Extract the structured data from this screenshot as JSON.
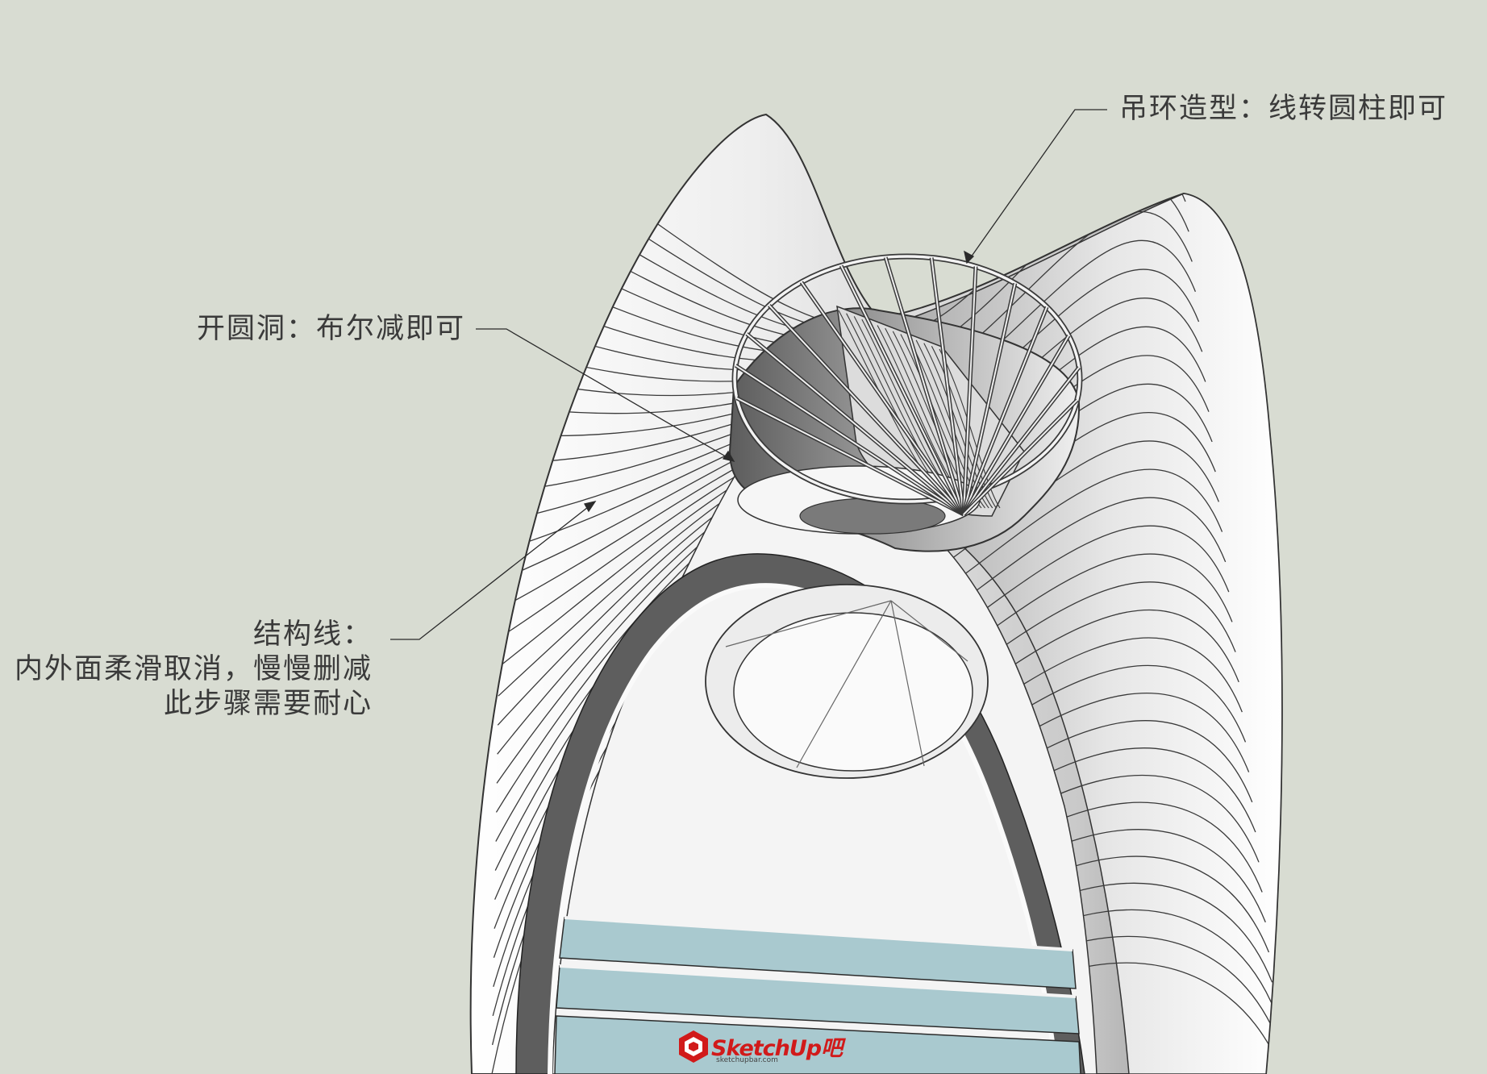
{
  "labels": {
    "ring": "吊环造型：线转圆柱即可",
    "hole": "开圆洞：布尔减即可",
    "lines_title": "结构线：",
    "lines_line1": "内外面柔滑取消，慢慢删减",
    "lines_line2": "此步骤需要耐心"
  },
  "watermark": {
    "brand": "SketchUp吧",
    "url": "sketchupbar.com"
  },
  "colors": {
    "background": "#d8dcd2",
    "shell_light": "#f2f2f2",
    "shell_dark": "#6a6a6a",
    "glass": "#a9c9cf",
    "brand_red": "#d11a1a"
  }
}
